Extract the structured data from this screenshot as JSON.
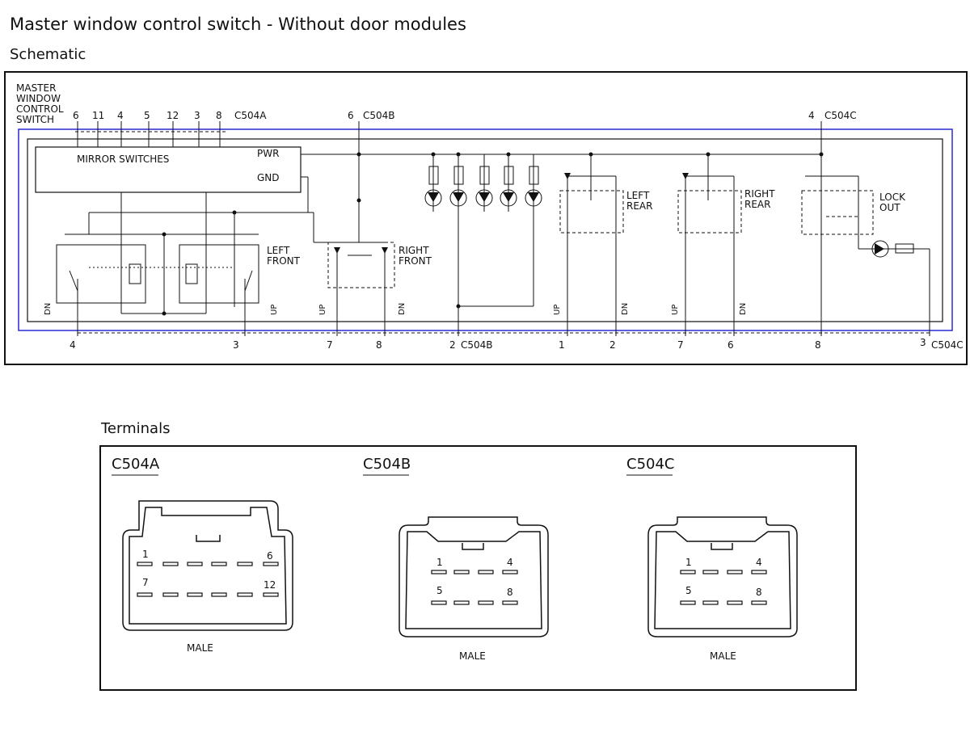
{
  "title": "Master window control switch - Without door modules",
  "schematic": {
    "heading": "Schematic",
    "component_label": [
      "MASTER",
      "WINDOW",
      "CONTROL",
      "SWITCH"
    ],
    "mirror_switches": "MIRROR SWITCHES",
    "pwr": "PWR",
    "gnd": "GND",
    "left_front": [
      "LEFT",
      "FRONT"
    ],
    "right_front": [
      "RIGHT",
      "FRONT"
    ],
    "left_rear": [
      "LEFT",
      "REAR"
    ],
    "right_rear": [
      "RIGHT",
      "REAR"
    ],
    "lock_out": [
      "LOCK",
      "OUT"
    ],
    "up": "UP",
    "dn": "DN",
    "c504a": {
      "name": "C504A",
      "top_pins": [
        "6",
        "11",
        "4",
        "5",
        "12",
        "3",
        "8"
      ],
      "bottom_pins": [
        "4",
        "3"
      ]
    },
    "c504b": {
      "name": "C504B",
      "top_pins": [
        "6"
      ],
      "bottom_pins": [
        "7",
        "8",
        "2"
      ]
    },
    "c504c": {
      "name": "C504C",
      "top_pins": [
        "4"
      ],
      "bottom_pins": [
        "1",
        "2",
        "7",
        "6",
        "8",
        "3"
      ]
    }
  },
  "terminals": {
    "heading": "Terminals",
    "connectors": [
      {
        "name": "C504A",
        "pins": [
          "1",
          "6",
          "7",
          "12"
        ],
        "gender": "MALE"
      },
      {
        "name": "C504B",
        "pins": [
          "1",
          "4",
          "5",
          "8"
        ],
        "gender": "MALE"
      },
      {
        "name": "C504C",
        "pins": [
          "1",
          "4",
          "5",
          "8"
        ],
        "gender": "MALE"
      }
    ]
  },
  "colors": {
    "outline": "#111111",
    "module_border": "#2a2ad0"
  }
}
